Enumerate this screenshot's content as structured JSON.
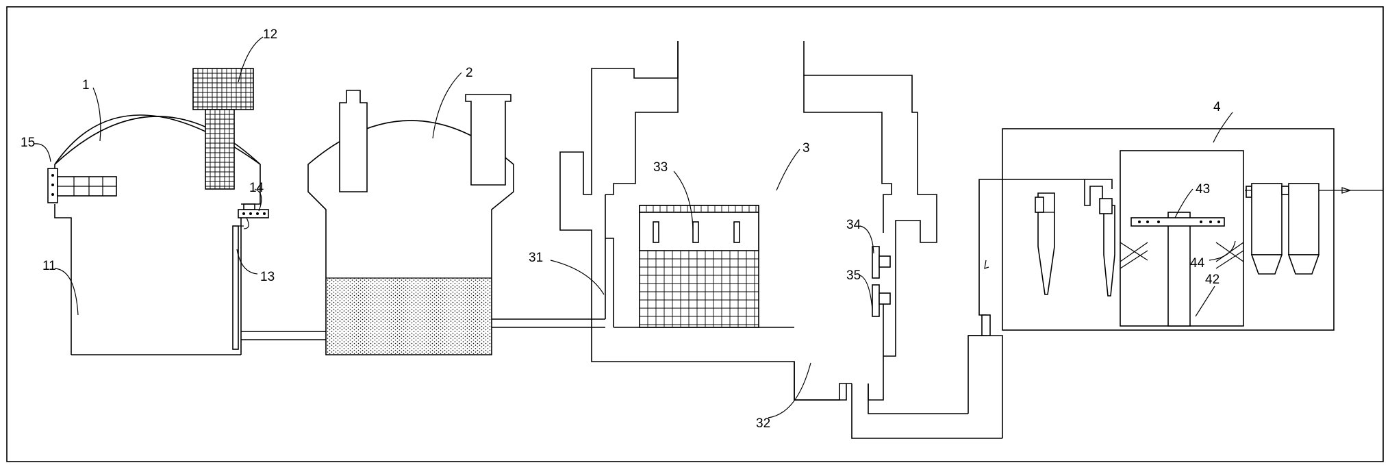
{
  "labels": {
    "l1": "1",
    "l2": "2",
    "l3": "3",
    "l4": "4",
    "l11": "11",
    "l12": "12",
    "l13": "13",
    "l14": "14",
    "l15": "15",
    "l31": "31",
    "l32": "32",
    "l33": "33",
    "l34": "34",
    "l35": "35",
    "l42": "42",
    "l43": "43",
    "l44": "44"
  }
}
